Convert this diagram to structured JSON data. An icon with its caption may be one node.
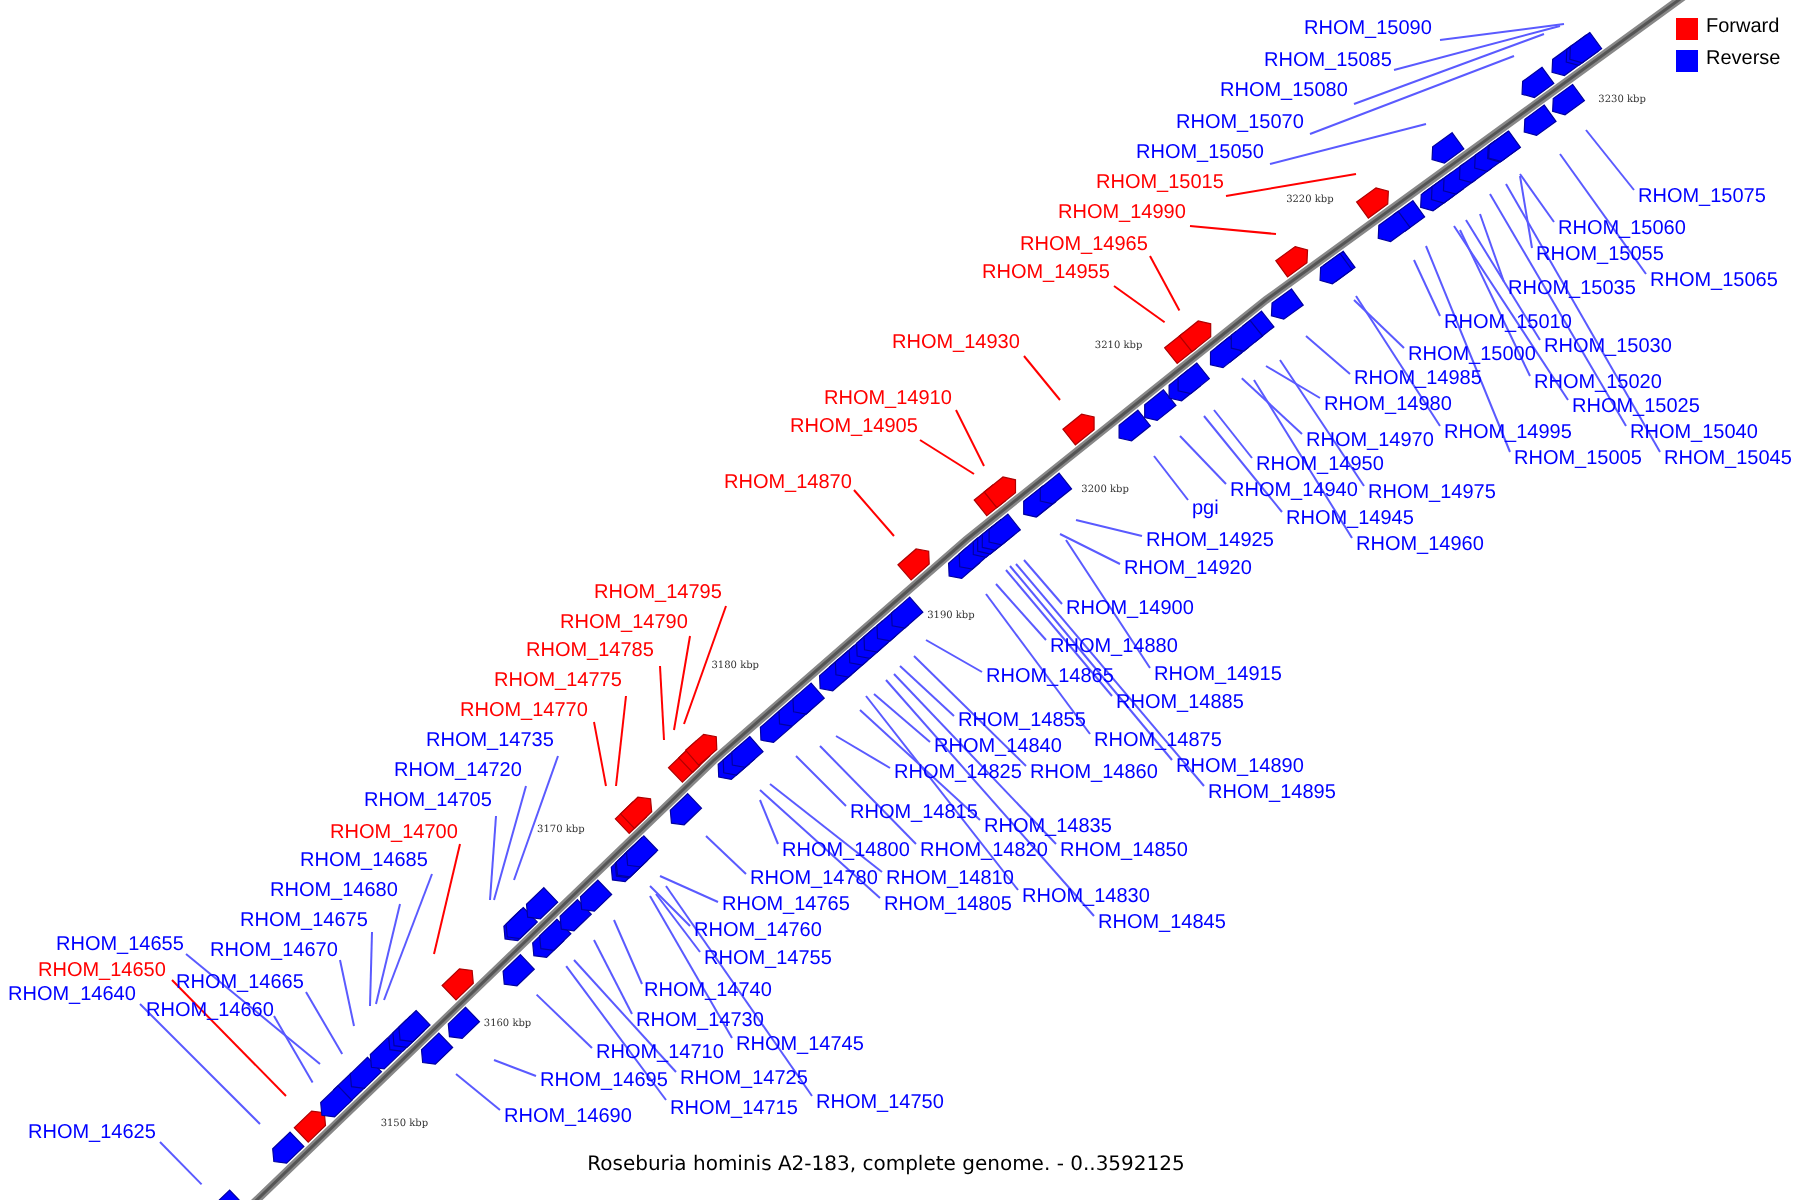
{
  "diagram": {
    "caption": "Roseburia hominis A2-183, complete genome. - 0..3592125",
    "nodes": [
      {
        "text": [
          "RHOM_14625"
        ]
      },
      {
        "text": [
          "RHOM_14640"
        ]
      },
      {
        "text": [
          "RHOM_14650"
        ]
      },
      {
        "text": [
          "RHOM_14655"
        ]
      },
      {
        "text": [
          "RHOM_14660"
        ]
      },
      {
        "text": [
          "RHOM_14665"
        ]
      },
      {
        "text": [
          "RHOM_14670"
        ]
      },
      {
        "text": [
          "RHOM_14675"
        ]
      },
      {
        "text": [
          "RHOM_14680"
        ]
      },
      {
        "text": [
          "RHOM_14685"
        ]
      },
      {
        "text": [
          "RHOM_14700"
        ]
      },
      {
        "text": [
          "RHOM_14705"
        ]
      },
      {
        "text": [
          "RHOM_14720"
        ]
      },
      {
        "text": [
          "RHOM_14735"
        ]
      },
      {
        "text": [
          "RHOM_14770"
        ]
      },
      {
        "text": [
          "RHOM_14775"
        ]
      },
      {
        "text": [
          "RHOM_14785"
        ]
      },
      {
        "text": [
          "RHOM_14790"
        ]
      },
      {
        "text": [
          "RHOM_14795"
        ]
      },
      {
        "text": [
          "RHOM_14870"
        ]
      },
      {
        "text": [
          "RHOM_14905"
        ]
      },
      {
        "text": [
          "RHOM_14910"
        ]
      },
      {
        "text": [
          "RHOM_14930"
        ]
      },
      {
        "text": [
          "RHOM_14955"
        ]
      },
      {
        "text": [
          "RHOM_14965"
        ]
      },
      {
        "text": [
          "RHOM_14990"
        ]
      },
      {
        "text": [
          "RHOM_15015"
        ]
      },
      {
        "text": [
          "RHOM_15050"
        ]
      },
      {
        "text": [
          "RHOM_15070"
        ]
      },
      {
        "text": [
          "RHOM_15080"
        ]
      },
      {
        "text": [
          "RHOM_15085"
        ]
      },
      {
        "text": [
          "RHOM_15090"
        ]
      },
      {
        "text": [
          "RHOM_14690"
        ]
      },
      {
        "text": [
          "RHOM_14695"
        ]
      },
      {
        "text": [
          "RHOM_14710"
        ]
      },
      {
        "text": [
          "RHOM_14715"
        ]
      },
      {
        "text": [
          "RHOM_14725"
        ]
      },
      {
        "text": [
          "RHOM_14730"
        ]
      },
      {
        "text": [
          "RHOM_14740"
        ]
      },
      {
        "text": [
          "RHOM_14745"
        ]
      },
      {
        "text": [
          "RHOM_14750"
        ]
      },
      {
        "text": [
          "RHOM_14755"
        ]
      },
      {
        "text": [
          "RHOM_14760"
        ]
      },
      {
        "text": [
          "RHOM_14765"
        ]
      },
      {
        "text": [
          "RHOM_14780"
        ]
      },
      {
        "text": [
          "RHOM_14800"
        ]
      },
      {
        "text": [
          "RHOM_14805"
        ]
      },
      {
        "text": [
          "RHOM_14810"
        ]
      },
      {
        "text": [
          "RHOM_14815"
        ]
      },
      {
        "text": [
          "RHOM_14820"
        ]
      },
      {
        "text": [
          "RHOM_14825"
        ]
      },
      {
        "text": [
          "RHOM_14830"
        ]
      },
      {
        "text": [
          "RHOM_14835"
        ]
      },
      {
        "text": [
          "RHOM_14840"
        ]
      },
      {
        "text": [
          "RHOM_14845"
        ]
      },
      {
        "text": [
          "RHOM_14850"
        ]
      },
      {
        "text": [
          "RHOM_14855"
        ]
      },
      {
        "text": [
          "RHOM_14860"
        ]
      },
      {
        "text": [
          "RHOM_14865"
        ]
      },
      {
        "text": [
          "RHOM_14875"
        ]
      },
      {
        "text": [
          "RHOM_14880"
        ]
      },
      {
        "text": [
          "RHOM_14885"
        ]
      },
      {
        "text": [
          "RHOM_14890"
        ]
      },
      {
        "text": [
          "RHOM_14895"
        ]
      },
      {
        "text": [
          "RHOM_14900"
        ]
      },
      {
        "text": [
          "RHOM_14915"
        ]
      },
      {
        "text": [
          "RHOM_14920"
        ]
      },
      {
        "text": [
          "RHOM_14925"
        ]
      },
      {
        "text": [
          "pgi"
        ]
      },
      {
        "text": [
          "RHOM_14940"
        ]
      },
      {
        "text": [
          "RHOM_14945"
        ]
      },
      {
        "text": [
          "RHOM_14950"
        ]
      },
      {
        "text": [
          "RHOM_14960"
        ]
      },
      {
        "text": [
          "RHOM_14970"
        ]
      },
      {
        "text": [
          "RHOM_14975"
        ]
      },
      {
        "text": [
          "RHOM_14980"
        ]
      },
      {
        "text": [
          "RHOM_14985"
        ]
      },
      {
        "text": [
          "RHOM_14995"
        ]
      },
      {
        "text": [
          "RHOM_15000"
        ]
      },
      {
        "text": [
          "RHOM_15005"
        ]
      },
      {
        "text": [
          "RHOM_15010"
        ]
      },
      {
        "text": [
          "RHOM_15020"
        ]
      },
      {
        "text": [
          "RHOM_15025"
        ]
      },
      {
        "text": [
          "RHOM_15030"
        ]
      },
      {
        "text": [
          "RHOM_15035"
        ]
      },
      {
        "text": [
          "RHOM_15040"
        ]
      },
      {
        "text": [
          "RHOM_15045"
        ]
      },
      {
        "text": [
          "RHOM_15055"
        ]
      },
      {
        "text": [
          "RHOM_15060"
        ]
      },
      {
        "text": [
          "RHOM_15065"
        ]
      },
      {
        "text": [
          "RHOM_15075"
        ]
      }
    ],
    "edges": [
      {
        "from": 0,
        "to": null,
        "arrow": "none"
      },
      {
        "from": 1,
        "to": null,
        "arrow": "none"
      },
      {
        "from": 2,
        "to": null,
        "arrow": "none",
        "color": "#ff0000"
      },
      {
        "from": 3,
        "to": null,
        "arrow": "none"
      },
      {
        "from": 4,
        "to": null,
        "arrow": "none"
      },
      {
        "from": 5,
        "to": null,
        "arrow": "none"
      },
      {
        "from": 6,
        "to": null,
        "arrow": "none"
      },
      {
        "from": 7,
        "to": null,
        "arrow": "none"
      },
      {
        "from": 8,
        "to": null,
        "arrow": "none"
      },
      {
        "from": 9,
        "to": null,
        "arrow": "none"
      },
      {
        "from": 10,
        "to": null,
        "arrow": "none",
        "color": "#ff0000"
      },
      {
        "from": 11,
        "to": null,
        "arrow": "none"
      },
      {
        "from": 12,
        "to": null,
        "arrow": "none"
      },
      {
        "from": 13,
        "to": null,
        "arrow": "none"
      },
      {
        "from": 14,
        "to": null,
        "arrow": "none",
        "color": "#ff0000"
      },
      {
        "from": 15,
        "to": null,
        "arrow": "none",
        "color": "#ff0000"
      },
      {
        "from": 16,
        "to": null,
        "arrow": "none",
        "color": "#ff0000"
      },
      {
        "from": 17,
        "to": null,
        "arrow": "none",
        "color": "#ff0000"
      },
      {
        "from": 18,
        "to": null,
        "arrow": "none",
        "color": "#ff0000"
      },
      {
        "from": 19,
        "to": null,
        "arrow": "none",
        "color": "#ff0000"
      },
      {
        "from": 20,
        "to": null,
        "arrow": "none",
        "color": "#ff0000"
      },
      {
        "from": 21,
        "to": null,
        "arrow": "none",
        "color": "#ff0000"
      },
      {
        "from": 22,
        "to": null,
        "arrow": "none",
        "color": "#ff0000"
      },
      {
        "from": 23,
        "to": null,
        "arrow": "none",
        "color": "#ff0000"
      },
      {
        "from": 24,
        "to": null,
        "arrow": "none",
        "color": "#ff0000"
      },
      {
        "from": 25,
        "to": null,
        "arrow": "none",
        "color": "#ff0000"
      },
      {
        "from": 26,
        "to": null,
        "arrow": "none",
        "color": "#ff0000"
      },
      {
        "from": 27,
        "to": null,
        "arrow": "none"
      },
      {
        "from": 28,
        "to": null,
        "arrow": "none"
      },
      {
        "from": 29,
        "to": null,
        "arrow": "none"
      },
      {
        "from": 30,
        "to": null,
        "arrow": "none"
      },
      {
        "from": 31,
        "to": null,
        "arrow": "none"
      },
      {
        "from": 32,
        "to": null,
        "arrow": "none"
      },
      {
        "from": 33,
        "to": null,
        "arrow": "none"
      },
      {
        "from": 34,
        "to": null,
        "arrow": "none"
      },
      {
        "from": 35,
        "to": null,
        "arrow": "none"
      },
      {
        "from": 36,
        "to": null,
        "arrow": "none"
      },
      {
        "from": 37,
        "to": null,
        "arrow": "none"
      },
      {
        "from": 38,
        "to": null,
        "arrow": "none"
      },
      {
        "from": 39,
        "to": null,
        "arrow": "none"
      },
      {
        "from": 40,
        "to": null,
        "arrow": "none"
      },
      {
        "from": 41,
        "to": null,
        "arrow": "none"
      },
      {
        "from": 42,
        "to": null,
        "arrow": "none"
      },
      {
        "from": 43,
        "to": null,
        "arrow": "none"
      },
      {
        "from": 44,
        "to": null,
        "arrow": "none"
      },
      {
        "from": 45,
        "to": null,
        "arrow": "none"
      },
      {
        "from": 46,
        "to": null,
        "arrow": "none"
      },
      {
        "from": 47,
        "to": null,
        "arrow": "none"
      },
      {
        "from": 48,
        "to": null,
        "arrow": "none"
      },
      {
        "from": 49,
        "to": null,
        "arrow": "none"
      },
      {
        "from": 50,
        "to": null,
        "arrow": "none"
      },
      {
        "from": 51,
        "to": null,
        "arrow": "none"
      },
      {
        "from": 52,
        "to": null,
        "arrow": "none"
      },
      {
        "from": 53,
        "to": null,
        "arrow": "none"
      },
      {
        "from": 54,
        "to": null,
        "arrow": "none"
      },
      {
        "from": 55,
        "to": null,
        "arrow": "none"
      },
      {
        "from": 56,
        "to": null,
        "arrow": "none"
      },
      {
        "from": 57,
        "to": null,
        "arrow": "none"
      },
      {
        "from": 58,
        "to": null,
        "arrow": "none"
      },
      {
        "from": 59,
        "to": null,
        "arrow": "none"
      },
      {
        "from": 60,
        "to": null,
        "arrow": "none"
      },
      {
        "from": 61,
        "to": null,
        "arrow": "none"
      },
      {
        "from": 62,
        "to": null,
        "arrow": "none"
      },
      {
        "from": 63,
        "to": null,
        "arrow": "none"
      },
      {
        "from": 64,
        "to": null,
        "arrow": "none"
      },
      {
        "from": 65,
        "to": null,
        "arrow": "none"
      },
      {
        "from": 66,
        "to": null,
        "arrow": "none"
      },
      {
        "from": 67,
        "to": null,
        "arrow": "none"
      },
      {
        "from": 68,
        "to": null,
        "arrow": "none"
      },
      {
        "from": 69,
        "to": null,
        "arrow": "none"
      },
      {
        "from": 70,
        "to": null,
        "arrow": "none"
      },
      {
        "from": 71,
        "to": null,
        "arrow": "none"
      },
      {
        "from": 72,
        "to": null,
        "arrow": "none"
      },
      {
        "from": 73,
        "to": null,
        "arrow": "none"
      },
      {
        "from": 74,
        "to": null,
        "arrow": "none"
      },
      {
        "from": 75,
        "to": null,
        "arrow": "none"
      },
      {
        "from": 76,
        "to": null,
        "arrow": "none"
      },
      {
        "from": 77,
        "to": null,
        "arrow": "none"
      },
      {
        "from": 78,
        "to": null,
        "arrow": "none"
      },
      {
        "from": 79,
        "to": null,
        "arrow": "none"
      },
      {
        "from": 80,
        "to": null,
        "arrow": "none"
      },
      {
        "from": 81,
        "to": null,
        "arrow": "none"
      },
      {
        "from": 82,
        "to": null,
        "arrow": "none"
      },
      {
        "from": 83,
        "to": null,
        "arrow": "none"
      },
      {
        "from": 84,
        "to": null,
        "arrow": "none"
      },
      {
        "from": 85,
        "to": null,
        "arrow": "none"
      },
      {
        "from": 86,
        "to": null,
        "arrow": "none"
      },
      {
        "from": 87,
        "to": null,
        "arrow": "none"
      },
      {
        "from": 88,
        "to": null,
        "arrow": "none"
      },
      {
        "from": 89,
        "to": null,
        "arrow": "none"
      },
      {
        "from": 90,
        "to": null,
        "arrow": "none"
      }
    ],
    "labels": [
      "3150 kbp",
      "3160 kbp",
      "3170 kbp",
      "3180 kbp",
      "3190 kbp",
      "3200 kbp",
      "3210 kbp",
      "3220 kbp",
      "3230 kbp"
    ],
    "legend": [
      {
        "text": "Forward",
        "color": "#ff0000"
      },
      {
        "text": "Reverse",
        "color": "#0000ff"
      }
    ]
  }
}
